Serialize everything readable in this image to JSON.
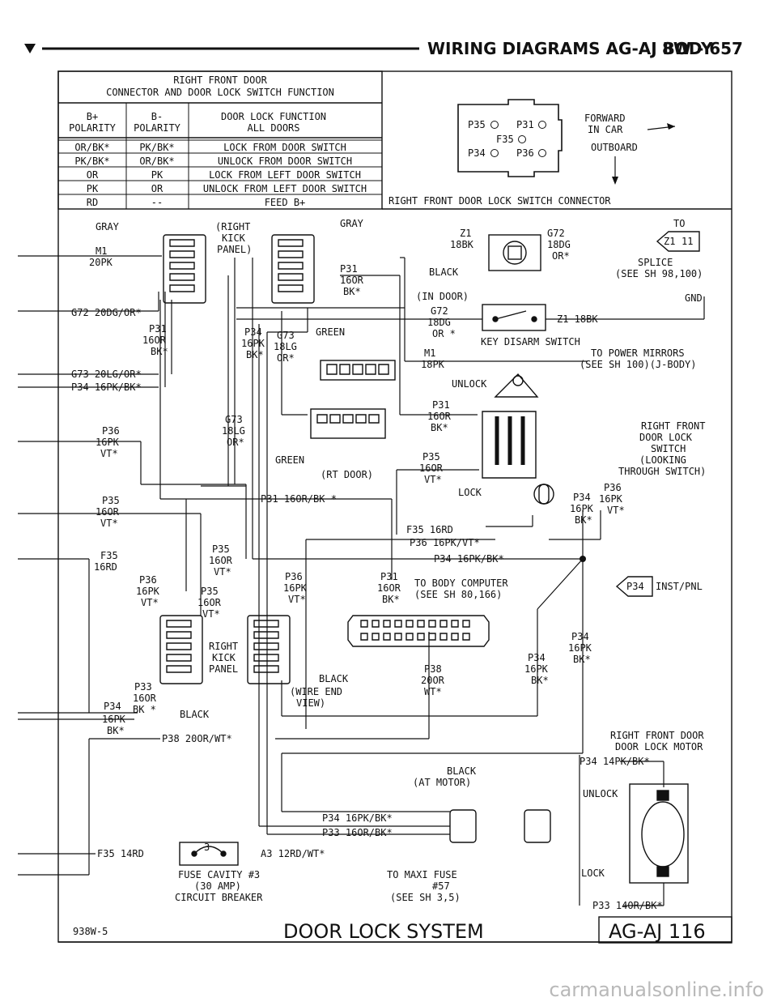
{
  "header": {
    "title": "WIRING DIAGRAMS AG-AJ BODY",
    "page": "8W - 657"
  },
  "table": {
    "title_line1": "RIGHT FRONT DOOR",
    "title_line2": "CONNECTOR AND DOOR LOCK SWITCH FUNCTION",
    "col1": [
      "B+",
      "POLARITY"
    ],
    "col2": [
      "B-",
      "POLARITY"
    ],
    "col3": [
      "DOOR LOCK FUNCTION",
      "ALL DOORS"
    ],
    "rows": [
      [
        "OR/BK*",
        "PK/BK*",
        "LOCK FROM DOOR SWITCH"
      ],
      [
        "PK/BK*",
        "OR/BK*",
        "UNLOCK FROM DOOR SWITCH"
      ],
      [
        "OR",
        "PK",
        "LOCK FROM LEFT DOOR SWITCH"
      ],
      [
        "PK",
        "OR",
        "UNLOCK FROM LEFT DOOR SWITCH"
      ],
      [
        "RD",
        "--",
        "FEED B+"
      ]
    ]
  },
  "connector_view": {
    "pins_row1": [
      "P35",
      "P31"
    ],
    "pin_mid": "F35",
    "pins_row2": [
      "P34",
      "P36"
    ],
    "forward_1": "FORWARD",
    "forward_2": "IN CAR",
    "outboard": "OUTBOARD",
    "caption": "RIGHT FRONT DOOR LOCK SWITCH CONNECTOR"
  },
  "labels": {
    "gray": "GRAY",
    "right_kick_1": "(RIGHT",
    "right_kick_2": "KICK",
    "right_kick_3": "PANEL)",
    "m1": "M1",
    "m1_wire": "20PK",
    "p31_a": "P31",
    "p31_a_w": "16OR",
    "p31_a_c": "BK*",
    "g72_left": "G72 20DG/OR*",
    "p31_b": "P31",
    "p31_b_w": "16OR",
    "p31_b_c": "BK*",
    "p34_a": "P34",
    "p34_a_w": "16PK",
    "p34_a_c": "BK*",
    "g73_a": "G73",
    "g73_a_w": "18LG",
    "g73_a_c": "OR*",
    "green_a": "GREEN",
    "g73_left": "G73 20LG/OR*",
    "p34_left": "P34 16PK/BK*",
    "p36_a": "P36",
    "p36_a_w": "16PK",
    "p36_a_c": "VT*",
    "g73_b": "G73",
    "g73_b_w": "18LG",
    "g73_b_c": "OR*",
    "green_b": "GREEN",
    "rt_door": "(RT DOOR)",
    "p31_run": "P31 16OR/BK *",
    "p35_a": "P35",
    "p35_a_w": "16OR",
    "p35_a_c": "VT*",
    "f35_a": "F35",
    "f35_a_w": "16RD",
    "p35_b": "P35",
    "p35_b_w": "16OR",
    "p35_b_c": "VT*",
    "p36_b": "P36",
    "p36_b_w": "16PK",
    "p36_b_c": "VT*",
    "p35_c": "P35",
    "p35_c_w": "16OR",
    "p35_c_c": "VT*",
    "p36_c": "P36",
    "p36_c_w": "16PK",
    "p36_c_c": "VT*",
    "p31_c": "P31",
    "p31_c_w": "16OR",
    "p31_c_c": "BK*",
    "to_body_1": "TO BODY COMPUTER",
    "to_body_2": "(SEE SH 80,166)",
    "right_kick2_1": "RIGHT",
    "right_kick2_2": "KICK",
    "right_kick2_3": "PANEL",
    "p33_a": "P33",
    "p33_a_w": "16OR",
    "p34_b": "P34",
    "p34_b_c": "BK *",
    "p34_b_w": "16PK",
    "p34_b_c2": "BK*",
    "black_a": "BLACK",
    "black_b": "BLACK",
    "wire_end_1": "(WIRE END",
    "wire_end_2": "VIEW)",
    "p38_a": "P38",
    "p38_a_w": "20OR",
    "p38_a_c": "WT*",
    "p38_run": "P38 20OR/WT*",
    "z1": "Z1",
    "z1_w": "18BK",
    "g72_a": "G72",
    "g72_a_w": "18DG",
    "g72_a_c": "OR*",
    "black_c": "BLACK",
    "in_door": "(IN DOOR)",
    "to_splice": "TO",
    "splice_1": "SPLICE",
    "splice_2": "(SEE SH 98,100)",
    "gnd": "GND",
    "g72_b": "G72",
    "g72_b_w": "18DG",
    "g72_b_c": "OR *",
    "z1_run": "Z1 18BK",
    "key_disarm": "KEY DISARM SWITCH",
    "m1_b": "M1",
    "m1_b_w": "18PK",
    "power_mirrors_1": "TO POWER MIRRORS",
    "power_mirrors_2": "(SEE SH 100)(J-BODY)",
    "unlock_a": "UNLOCK",
    "p31_d": "P31",
    "p31_d_w": "16OR",
    "p31_d_c": "BK*",
    "p35_d": "P35",
    "p35_d_w": "16OR",
    "p35_d_c": "VT*",
    "lock_a": "LOCK",
    "switch_1": "RIGHT FRONT",
    "switch_2": "DOOR LOCK",
    "switch_3": "SWITCH",
    "switch_4": "(LOOKING",
    "switch_5": "THROUGH SWITCH)",
    "p34_c": "P34",
    "p34_c_w": "16PK",
    "p34_c_c": "BK*",
    "p36_d": "P36",
    "p36_d_w": "16PK",
    "p36_d_c": "VT*",
    "f35_run": "F35 16RD",
    "p36_run": "P36 16PK/VT*",
    "p34_run": "P34 16PK/BK*",
    "inst_pnl": "INST/PNL",
    "p34_d": "P34",
    "p34_d_w": "16PK",
    "p34_d_c": "BK*",
    "p34_e": "P34",
    "p34_e_w": "16PK",
    "p34_e_c": "BK*",
    "motor_1": "RIGHT FRONT DOOR",
    "motor_2": "DOOR LOCK MOTOR",
    "p34_14": "P34 14PK/BK*",
    "unlock_b": "UNLOCK",
    "black_motor": "BLACK",
    "at_motor": "(AT MOTOR)",
    "p34_bottom": "P34 16PK/BK*",
    "p33_bottom": "P33 16OR/BK*",
    "lock_b": "LOCK",
    "p33_14": "P33 14OR/BK*",
    "f35_14": "F35 14RD",
    "cb_num": "3",
    "a3": "A3 12RD/WT*",
    "fuse_1": "FUSE CAVITY #3",
    "fuse_2": "(30 AMP)",
    "fuse_3": "CIRCUIT BREAKER",
    "maxi_1": "TO MAXI FUSE",
    "maxi_2": "#57",
    "maxi_3": "(SEE SH 3,5)"
  },
  "callouts": {
    "z1_tag": "Z1",
    "z1_num": "11",
    "p34_tag": "P34"
  },
  "footer": {
    "code": "938W-5",
    "title": "DOOR LOCK SYSTEM",
    "id": "AG-AJ 116"
  },
  "watermark": "carmanualsonline.info"
}
